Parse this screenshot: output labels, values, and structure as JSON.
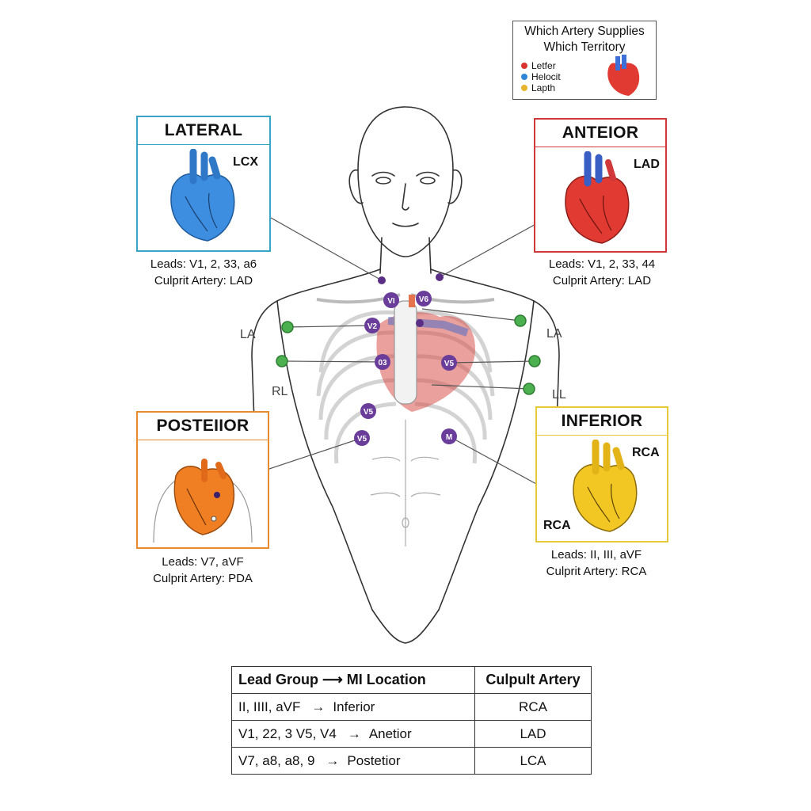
{
  "key": {
    "title_line1": "Which Artery Supplies",
    "title_line2": "Which Territory",
    "items": [
      {
        "label": "Letfer",
        "color": "#d9332f"
      },
      {
        "label": "Helocit",
        "color": "#2f86d6"
      },
      {
        "label": "Lapth",
        "color": "#e6b32a"
      }
    ]
  },
  "panels": {
    "lateral": {
      "title": "LATERAL",
      "artery": "LCX",
      "leads": "Leads: V1, 2, 33, a6",
      "culprit": "Culprit Artery: LAD",
      "color": "#3aa3c8",
      "heart_color": "#3d8ee0"
    },
    "anterior": {
      "title": "ANTEIOR",
      "artery": "LAD",
      "leads": "Leads: V1, 2, 33, 44",
      "culprit": "Culprit Artery: LAD",
      "color": "#d0383a",
      "heart_color": "#e03a32"
    },
    "posterior": {
      "title": "POSTEIIOR",
      "leads": "Leads: V7, aVF",
      "culprit": "Culprit Artery: PDA",
      "color": "#e88a2e",
      "heart_color": "#ef7f22"
    },
    "inferior": {
      "title": "INFERIOR",
      "artery": "RCA",
      "artery2": "RCA",
      "leads": "Leads: II, III, aVF",
      "culprit": "Culprit Artery: RCA",
      "color": "#e8c93a",
      "heart_color": "#f2c623"
    }
  },
  "limb_labels": {
    "left_la": "LA",
    "left_rl": "RL",
    "right_la": "LA",
    "right_ll": "LL"
  },
  "electrodes": [
    "VI",
    "V6",
    "V2",
    "03",
    "V5",
    "V5",
    "V5",
    "M"
  ],
  "table": {
    "headers": {
      "col1": "Lead Group ⟶ MI Location",
      "col2": "Culpult Artery"
    },
    "rows": [
      {
        "leads": "II, IIII, aVF",
        "location": "Inferior",
        "artery": "RCA"
      },
      {
        "leads": "V1, 22, 3 V5, V4",
        "location": "Anetior",
        "artery": "LAD"
      },
      {
        "leads": "V7, a8, a8, 9",
        "location": "Postetior",
        "artery": "LCA"
      }
    ],
    "arrow": "→"
  }
}
